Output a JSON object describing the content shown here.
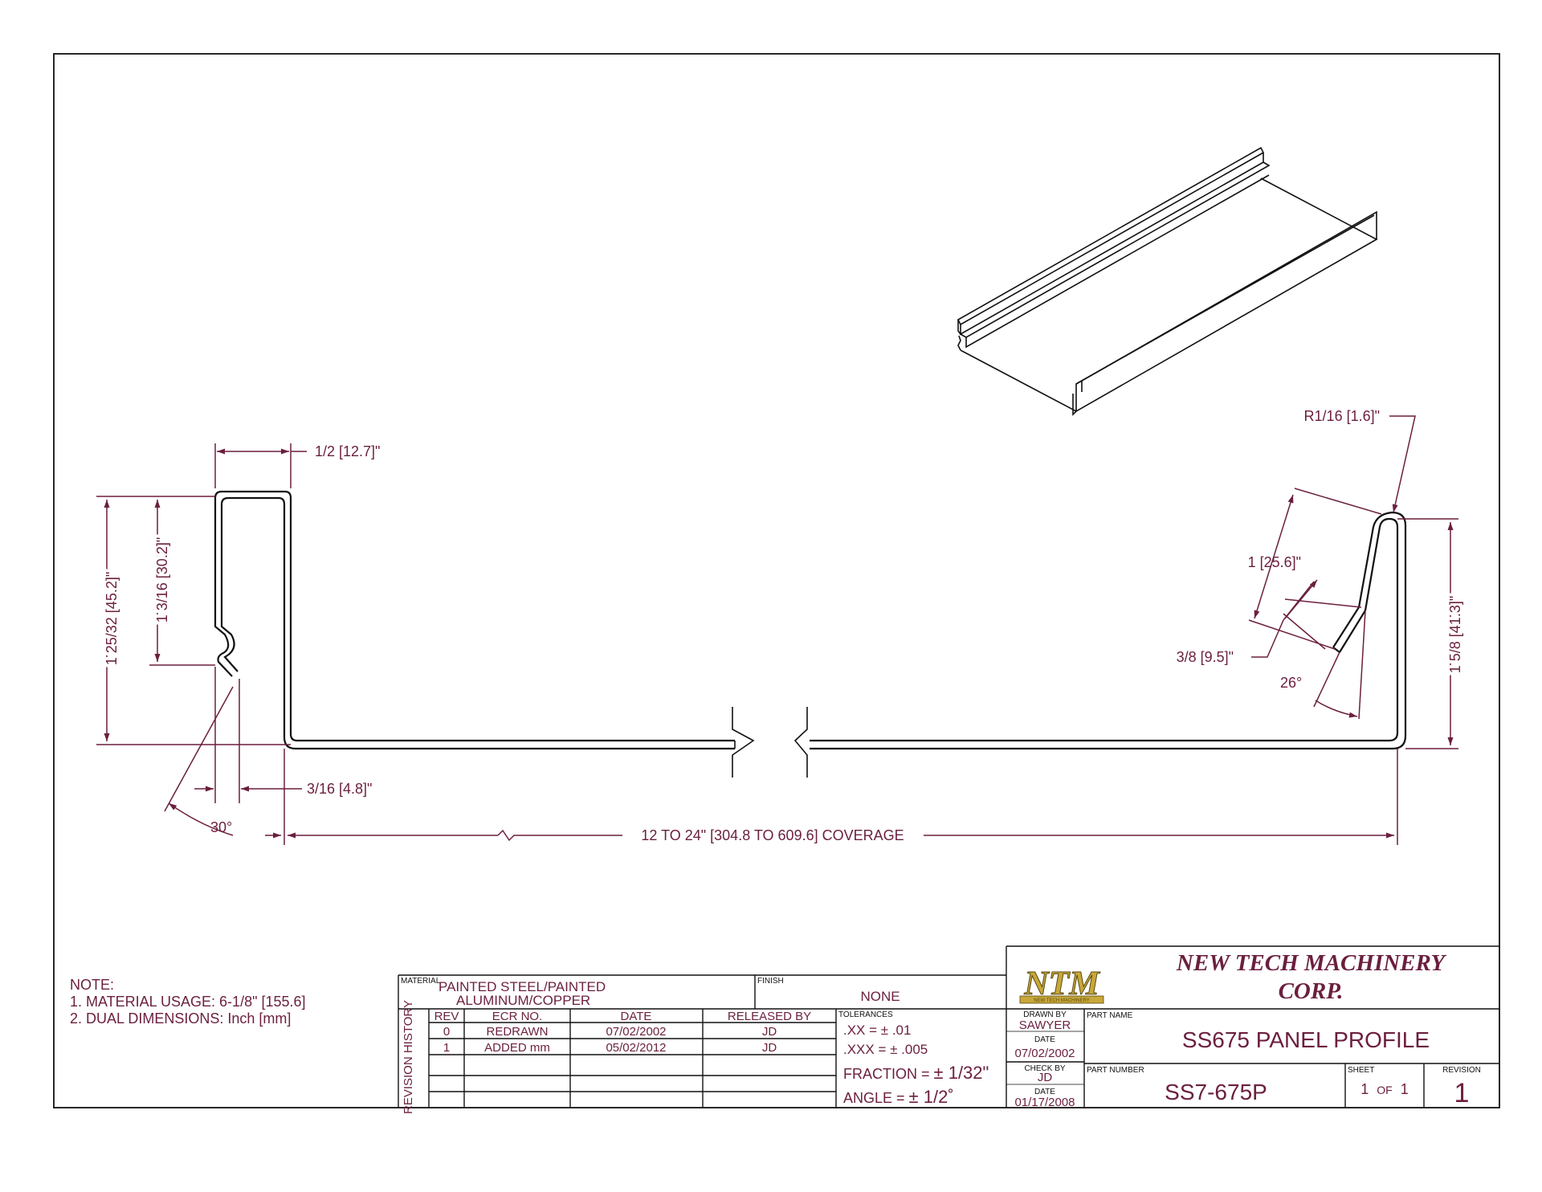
{
  "colors": {
    "dimension": "#6b1f3f",
    "outline": "#111111",
    "logo_gold": "#c8a83a"
  },
  "dimensions": {
    "top_width": "1/2 [12.7]\"",
    "hook_gap": "3/16 [4.8]\"",
    "angle_left": "30°",
    "height_overall": "1 25/32 [45.2]\"",
    "height_inner": "1 3/16 [30.2]\"",
    "coverage": "12 TO 24\" [304.8 TO 609.6] COVERAGE",
    "radius": "R1/16 [1.6]\"",
    "leg_length": "1 [25.6]\"",
    "short_leg": "3/8 [9.5]\"",
    "angle_right": "26°",
    "height_right": "1 5/8 [41.3]\""
  },
  "notes": {
    "heading": "NOTE:",
    "items": [
      "1.  MATERIAL USAGE: 6-1/8\" [155.6]",
      "2.  DUAL DIMENSIONS: Inch [mm]"
    ]
  },
  "title_block": {
    "material_label": "MATERIAL",
    "material_line1": "PAINTED STEEL/PAINTED",
    "material_line2": "ALUMINUM/COPPER",
    "finish_label": "FINISH",
    "finish_value": "NONE",
    "revision_history_label": "REVISION HISTORY",
    "rev_headers": [
      "REV",
      "ECR NO.",
      "DATE",
      "RELEASED BY"
    ],
    "rev_rows": [
      [
        "0",
        "REDRAWN",
        "07/02/2002",
        "JD"
      ],
      [
        "1",
        "ADDED mm",
        "05/02/2012",
        "JD"
      ]
    ],
    "tolerances_label": "TOLERANCES",
    "tol_xx": ".XX = ± .01",
    "tol_xxx": ".XXX = ± .005",
    "tol_fraction_label": "FRACTION = ",
    "tol_fraction_value": "± 1/32\"",
    "tol_angle_label": "ANGLE = ",
    "tol_angle_value": "± 1/2˚",
    "drawn_by_label": "DRAWN BY",
    "drawn_by": "SAWYER",
    "date_label": "DATE",
    "drawn_date": "07/02/2002",
    "check_by_label": "CHECK BY",
    "check_by": "JD",
    "check_date": "01/17/2008",
    "company_line1": "NEW TECH MACHINERY",
    "company_line2": "CORP.",
    "logo_text": "NTM",
    "logo_sub": "NEW TECH MACHINERY",
    "part_name_label": "PART NAME",
    "part_name": "SS675 PANEL PROFILE",
    "part_number_label": "PART NUMBER",
    "part_number": "SS7-675P",
    "sheet_label": "SHEET",
    "sheet_current": "1",
    "sheet_of": "OF",
    "sheet_total": "1",
    "revision_label": "REVISION",
    "revision": "1"
  }
}
